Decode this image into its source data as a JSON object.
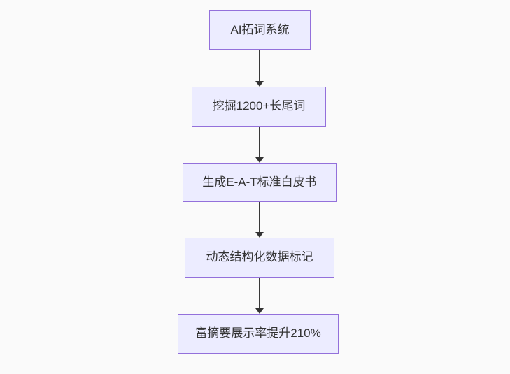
{
  "flowchart": {
    "direction": "top-down",
    "nodes": [
      {
        "id": "node-1",
        "label": "AI拓词系统"
      },
      {
        "id": "node-2",
        "label": "挖掘1200+长尾词"
      },
      {
        "id": "node-3",
        "label": "生成E-A-T标准白皮书"
      },
      {
        "id": "node-4",
        "label": "动态结构化数据标记"
      },
      {
        "id": "node-5",
        "label": "富摘要展示率提升210%"
      }
    ],
    "edges": [
      {
        "from": "node-1",
        "to": "node-2"
      },
      {
        "from": "node-2",
        "to": "node-3"
      },
      {
        "from": "node-3",
        "to": "node-4"
      },
      {
        "from": "node-4",
        "to": "node-5"
      }
    ],
    "colors": {
      "background": "#fafafa",
      "node_fill": "#ececff",
      "node_border": "#9370db",
      "arrow": "#333333",
      "text": "#333333"
    }
  }
}
